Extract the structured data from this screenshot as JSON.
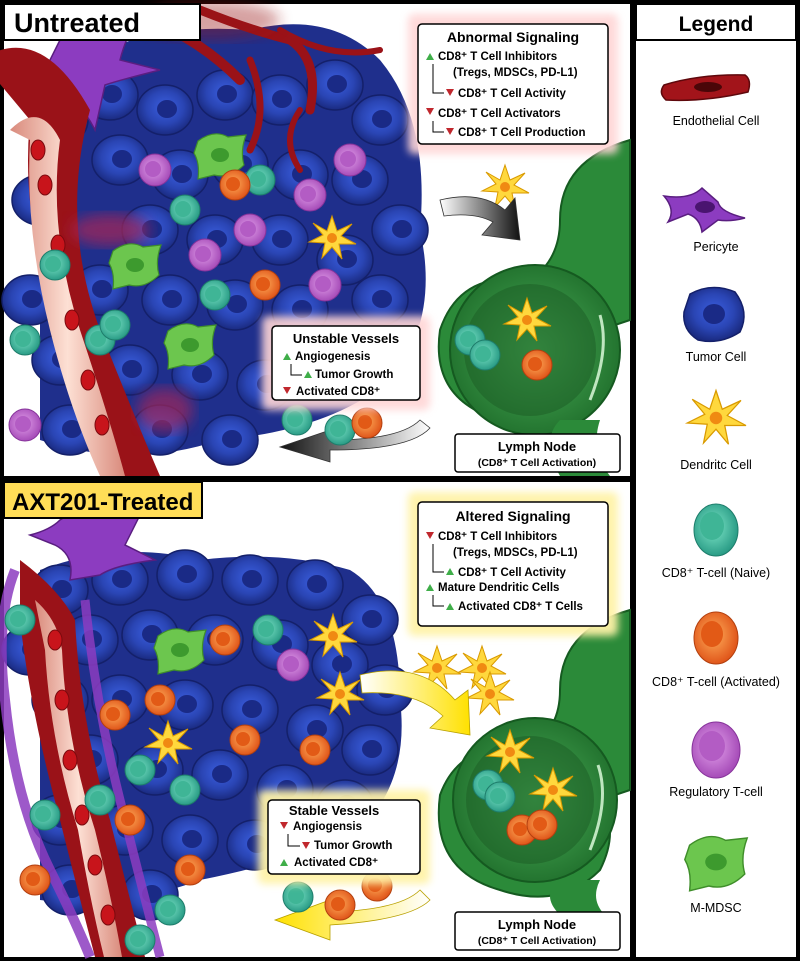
{
  "untreated": {
    "title": "Untreated",
    "signaling": {
      "title": "Abnormal Signaling",
      "line1": "CD8⁺ T Cell Inhibitors",
      "line2": "(Tregs, MDSCs, PD-L1)",
      "line3": "CD8⁺ T Cell Activity",
      "line4": "CD8⁺ T Cell Activators",
      "line5": "CD8⁺ T Cell Production"
    },
    "vessels": {
      "title": "Unstable Vessels",
      "line1": "Angiogenesis",
      "line2": "Tumor Growth",
      "line3": "Activated CD8⁺"
    },
    "lymph": {
      "title": "Lymph Node",
      "sub": "(CD8⁺ T Cell Activation)"
    }
  },
  "treated": {
    "title": "AXT201-Treated",
    "signaling": {
      "title": "Altered Signaling",
      "line1": "CD8⁺ T Cell Inhibitors",
      "line2": "(Tregs, MDSCs, PD-L1)",
      "line3": "CD8⁺ T Cell Activity",
      "line4": "Mature Dendritic Cells",
      "line5": "Activated CD8⁺ T Cells"
    },
    "vessels": {
      "title": "Stable Vessels",
      "line1": "Angiogensis",
      "line2": "Tumor Growth",
      "line3": "Activated CD8⁺"
    },
    "lymph": {
      "title": "Lymph Node",
      "sub": "(CD8⁺ T Cell Activation)"
    }
  },
  "legend": {
    "title": "Legend",
    "items": [
      {
        "label": "Endothelial Cell",
        "icon": "endothelial-cell-icon"
      },
      {
        "label": "Pericyte",
        "icon": "pericyte-icon"
      },
      {
        "label": "Tumor Cell",
        "icon": "tumor-cell-icon"
      },
      {
        "label": "Dendritc Cell",
        "icon": "dendritic-cell-icon"
      },
      {
        "label": "CD8⁺ T-cell (Naive)",
        "icon": "naive-t-cell-icon"
      },
      {
        "label": "CD8⁺ T-cell (Activated)",
        "icon": "activated-t-cell-icon"
      },
      {
        "label": "Regulatory T-cell",
        "icon": "regulatory-t-cell-icon"
      },
      {
        "label": "M-MDSC",
        "icon": "m-mdsc-icon"
      }
    ]
  },
  "colors": {
    "tumor": "#2f47b8",
    "vessel": "#9c1416",
    "vessel_lumen": "#f6b8a8",
    "pericyte": "#8a3cb8",
    "lymph": "#2c8a3a",
    "naive": "#4fc9a6",
    "activated": "#f0721e",
    "treg": "#c46fd0",
    "mdsc": "#66c24a",
    "dendritic": "#ffd23a",
    "up": "#3fae49",
    "down": "#c0272d"
  }
}
